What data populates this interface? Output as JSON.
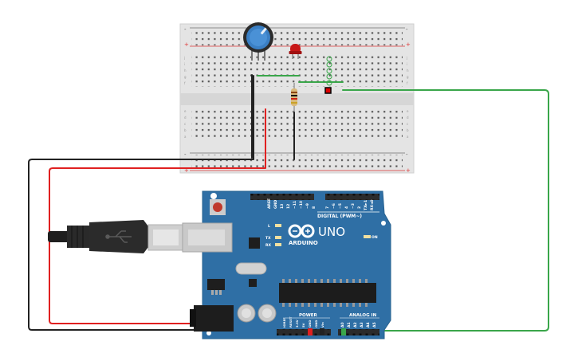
{
  "colors": {
    "breadboard": "#e4e4e4",
    "board_blue": "#2f6fa5",
    "wire_black": "#222222",
    "wire_red": "#e02020",
    "wire_green": "#3aa64a",
    "led_red": "#c81818",
    "pot_blue": "#3a7fc4"
  },
  "breadboard": {
    "row_letters_top": [
      "j",
      "i",
      "h",
      "g",
      "f"
    ],
    "row_letters_bottom": [
      "e",
      "d",
      "c",
      "b",
      "a"
    ],
    "rail_plus": "+",
    "rail_minus": "-"
  },
  "arduino": {
    "brand": "ARDUINO",
    "model": "UNO",
    "on_label": "ON",
    "digital_header": "DIGITAL (PWM~)",
    "digital_pins": [
      "AREF",
      "GND",
      "13",
      "12",
      "~11",
      "~10",
      "~9",
      "8",
      "7",
      "~6",
      "~5",
      "4",
      "~3",
      "2",
      "TX►1",
      "RX◄0"
    ],
    "power_header": "POWER",
    "power_pins": [
      "IOREF",
      "RESET",
      "3.3V",
      "5V",
      "GND",
      "GND",
      "Vin"
    ],
    "analog_header": "ANALOG IN",
    "analog_pins": [
      "A0",
      "A1",
      "A2",
      "A3",
      "A4",
      "A5"
    ],
    "led_labels": [
      "L",
      "TX",
      "RX"
    ],
    "usb_icon": "usb-icon"
  }
}
